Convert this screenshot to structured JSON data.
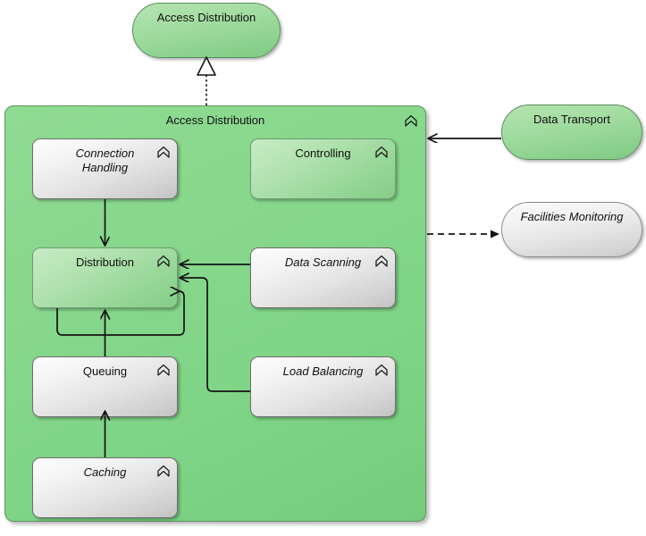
{
  "diagram": {
    "title": "Access Distribution",
    "icon_name": "function-chevron-icon",
    "colors": {
      "container_green": "#7ed486",
      "node_green": "#97d799",
      "node_grey": "#e3e3e3",
      "stroke": "#1a1a1a"
    }
  },
  "external": {
    "top_service": {
      "label": "Access Distribution",
      "style": "green-stadium",
      "italic": false
    },
    "data_transport": {
      "label": "Data Transport",
      "style": "green-stadium",
      "italic": false
    },
    "facilities_monitoring": {
      "label": "Facilities Monitoring",
      "style": "grey-stadium",
      "italic": true
    }
  },
  "container": {
    "label": "Access Distribution",
    "children": [
      {
        "id": "connection-handling",
        "label": "Connection\nHandling",
        "fill": "grey",
        "italic": true
      },
      {
        "id": "controlling",
        "label": "Controlling",
        "fill": "green",
        "italic": false
      },
      {
        "id": "distribution",
        "label": "Distribution",
        "fill": "green",
        "italic": false
      },
      {
        "id": "data-scanning",
        "label": "Data Scanning",
        "fill": "grey",
        "italic": true
      },
      {
        "id": "queuing",
        "label": "Queuing",
        "fill": "grey",
        "italic": false
      },
      {
        "id": "load-balancing",
        "label": "Load Balancing",
        "fill": "grey",
        "italic": true
      },
      {
        "id": "caching",
        "label": "Caching",
        "fill": "grey",
        "italic": true
      }
    ]
  },
  "relations": [
    {
      "from": "container",
      "to": "top-service",
      "type": "realization"
    },
    {
      "from": "connection-handling",
      "to": "distribution",
      "type": "trigger"
    },
    {
      "from": "data-scanning",
      "to": "distribution",
      "type": "trigger"
    },
    {
      "from": "load-balancing",
      "to": "distribution",
      "type": "trigger"
    },
    {
      "from": "distribution",
      "to": "distribution",
      "type": "trigger-self"
    },
    {
      "from": "queuing",
      "to": "distribution",
      "type": "trigger"
    },
    {
      "from": "caching",
      "to": "queuing",
      "type": "trigger"
    },
    {
      "from": "data-transport",
      "to": "container",
      "type": "trigger"
    },
    {
      "from": "container",
      "to": "facilities-monitoring",
      "type": "flow"
    }
  ]
}
